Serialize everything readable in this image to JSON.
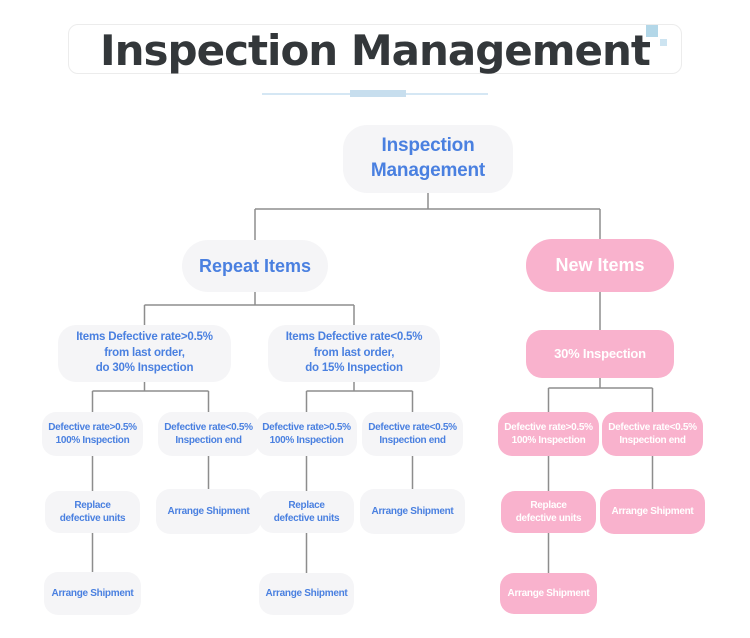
{
  "header": {
    "title": "Inspection Management"
  },
  "palette": {
    "blue_text": "#4a80e0",
    "pink_fill": "#f9b2cd",
    "gray_fill": "#f5f5f7",
    "connector_gray": "#8d8d8d",
    "underline_blue": "#c7deee",
    "title_dark": "#33373a"
  },
  "nodes": {
    "root": "Inspection\nManagement",
    "repeat_items": "Repeat Items",
    "new_items": "New Items",
    "repeat_high": "Items Defective rate>0.5%\nfrom last order,\ndo 30% Inspection",
    "repeat_low": "Items Defective rate<0.5%\nfrom last order,\ndo 15% Inspection",
    "new_inspection": "30% Inspection",
    "defective_high": "Defective rate>0.5%\n100% Inspection",
    "defective_low": "Defective rate<0.5%\nInspection end",
    "replace_units": "Replace\ndefective units",
    "arrange_shipment": "Arrange Shipment"
  }
}
